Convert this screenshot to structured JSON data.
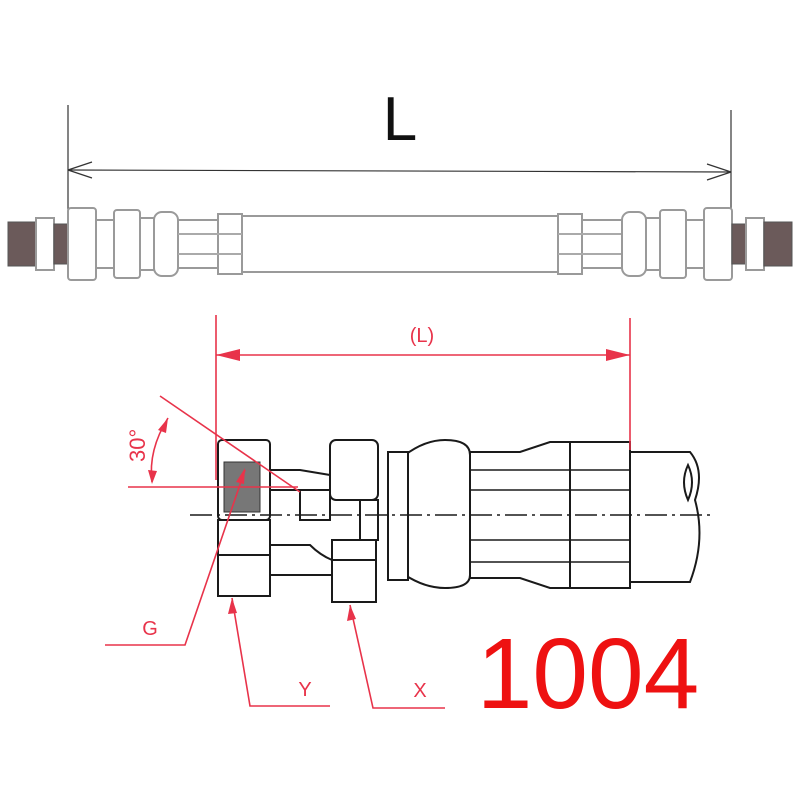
{
  "labels": {
    "overall_length": "L",
    "fitting_length": "(L)",
    "angle": "30°",
    "thread": "G",
    "nut_y": "Y",
    "nut_x": "X",
    "part_number": "1004"
  },
  "colors": {
    "annotation": "#e8334a",
    "part_number": "#ee1111",
    "outline": "#1a1a1a"
  }
}
